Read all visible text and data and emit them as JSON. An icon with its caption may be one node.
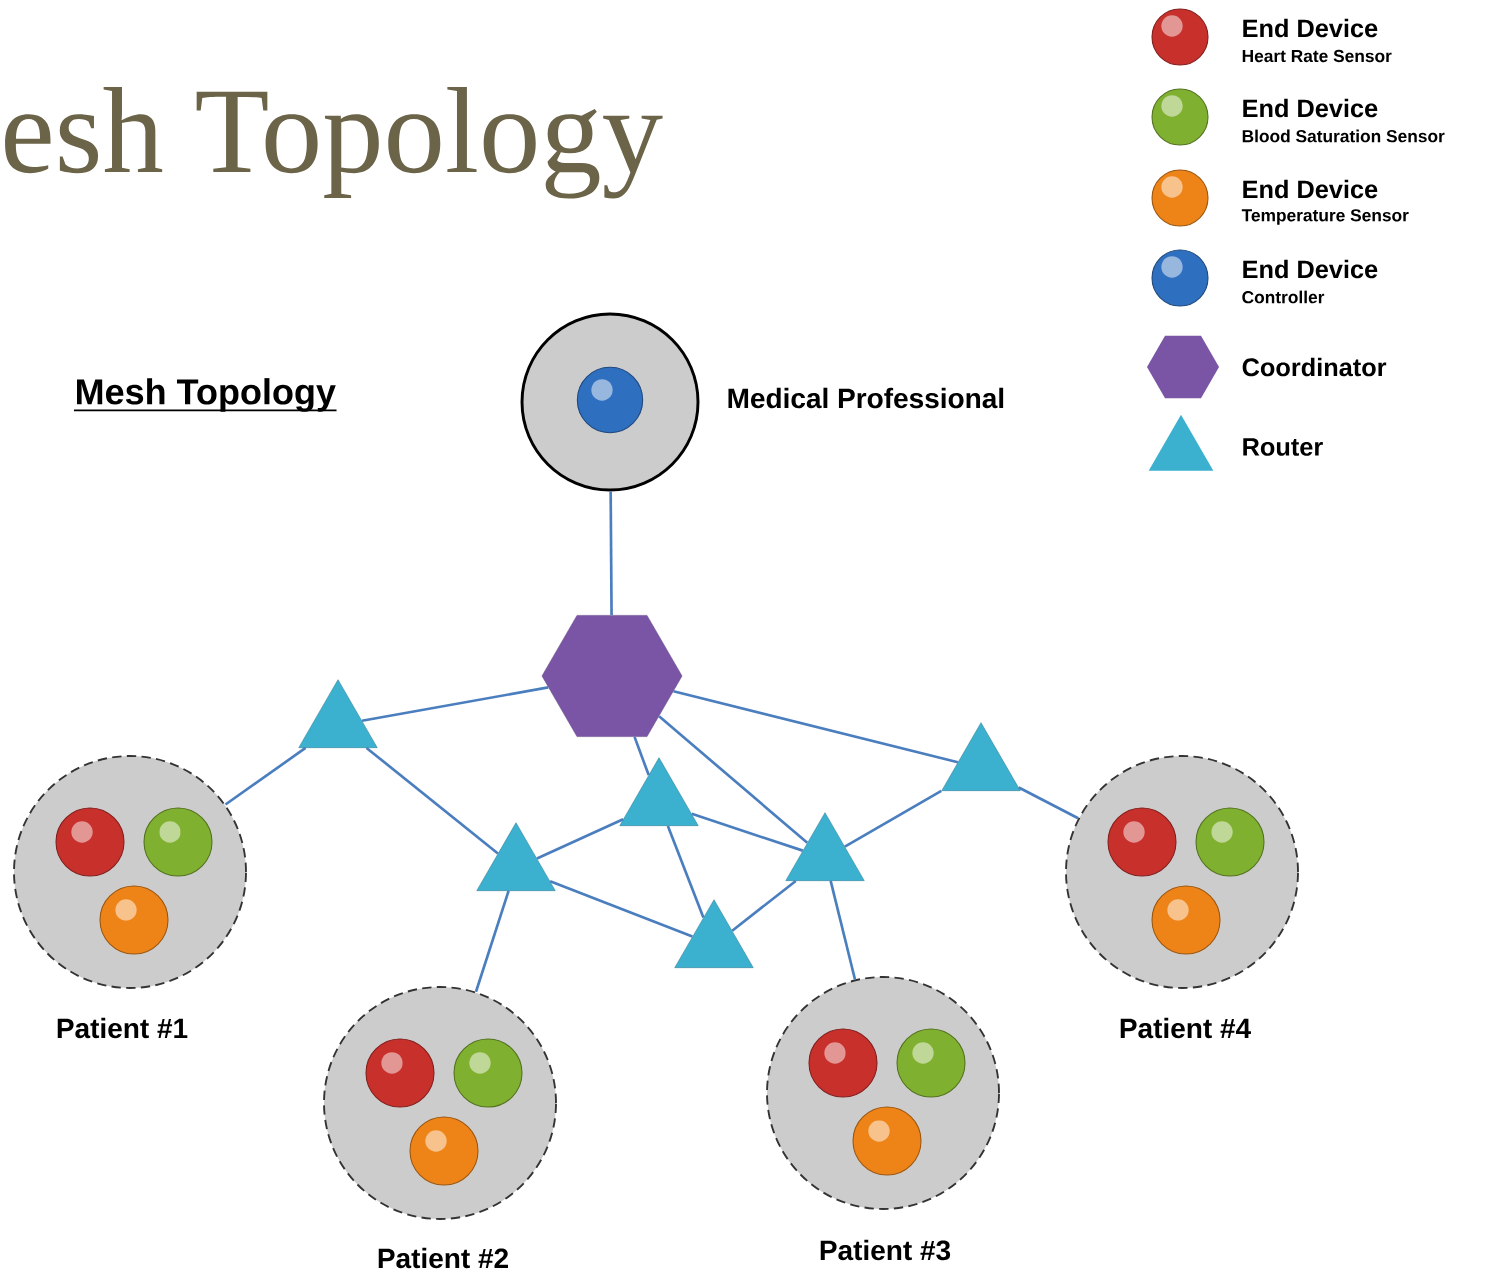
{
  "diagram": {
    "title": "esh Topology",
    "nodes": [
      {
        "text": [],
        "shape": "circle",
        "beside": [
          "Medical Professional"
        ]
      },
      {
        "text": [],
        "shape": "circle",
        "in": 0
      },
      {
        "text": [],
        "shape": "hexagon"
      },
      {
        "text": [],
        "shape": "triangle"
      },
      {
        "text": [],
        "shape": "triangle"
      },
      {
        "text": [],
        "shape": "triangle"
      },
      {
        "text": [],
        "shape": "triangle"
      },
      {
        "text": [],
        "shape": "triangle"
      },
      {
        "text": [],
        "shape": "triangle"
      },
      {
        "text": [],
        "shape": "circle",
        "beside": [
          "Patient #1"
        ]
      },
      {
        "text": [],
        "shape": "circle",
        "in": 9
      },
      {
        "text": [],
        "shape": "circle",
        "in": 9
      },
      {
        "text": [],
        "shape": "circle",
        "in": 9
      },
      {
        "text": [],
        "shape": "circle",
        "beside": [
          "Patient #2"
        ]
      },
      {
        "text": [],
        "shape": "circle",
        "in": 13
      },
      {
        "text": [],
        "shape": "circle",
        "in": 13
      },
      {
        "text": [],
        "shape": "circle",
        "in": 13
      },
      {
        "text": [],
        "shape": "circle",
        "beside": [
          "Patient #3"
        ]
      },
      {
        "text": [],
        "shape": "circle",
        "in": 17
      },
      {
        "text": [],
        "shape": "circle",
        "in": 17
      },
      {
        "text": [],
        "shape": "circle",
        "in": 17
      },
      {
        "text": [],
        "shape": "circle",
        "beside": [
          "Patient #4"
        ]
      },
      {
        "text": [],
        "shape": "circle",
        "in": 21
      },
      {
        "text": [],
        "shape": "circle",
        "in": 21
      },
      {
        "text": [],
        "shape": "circle",
        "in": 21
      }
    ],
    "edges": [
      {
        "from": 0,
        "to": 2,
        "arrow": "none"
      },
      {
        "from": 2,
        "to": 3,
        "arrow": "none"
      },
      {
        "from": 3,
        "to": 9,
        "arrow": "none"
      },
      {
        "from": 3,
        "to": 4,
        "arrow": "none"
      },
      {
        "from": 2,
        "to": 5,
        "arrow": "none"
      },
      {
        "from": 2,
        "to": 7,
        "arrow": "none"
      },
      {
        "from": 2,
        "to": 8,
        "arrow": "none"
      },
      {
        "from": 4,
        "to": 5,
        "arrow": "none"
      },
      {
        "from": 4,
        "to": 6,
        "arrow": "none"
      },
      {
        "from": 4,
        "to": 13,
        "arrow": "none"
      },
      {
        "from": 5,
        "to": 7,
        "arrow": "none"
      },
      {
        "from": 5,
        "to": 6,
        "arrow": "none"
      },
      {
        "from": 7,
        "to": 6,
        "arrow": "none"
      },
      {
        "from": 7,
        "to": 8,
        "arrow": "none"
      },
      {
        "from": 7,
        "to": 17,
        "arrow": "none"
      },
      {
        "from": 8,
        "to": 21,
        "arrow": "none"
      }
    ],
    "labels": [
      "Mesh Topology",
      "Heart Rate Sensor",
      "Blood Saturation Sensor",
      "Temperature Sensor",
      "Controller"
    ],
    "legend": [
      {
        "text": "End Device",
        "color": "#c8302c"
      },
      {
        "text": "End Device",
        "color": "#7fb030"
      },
      {
        "text": "End Device",
        "color": "#ee8418"
      },
      {
        "text": "End Device",
        "color": "#2f6fc0"
      },
      {
        "text": "Coordinator"
      },
      {
        "text": "Router"
      }
    ]
  }
}
